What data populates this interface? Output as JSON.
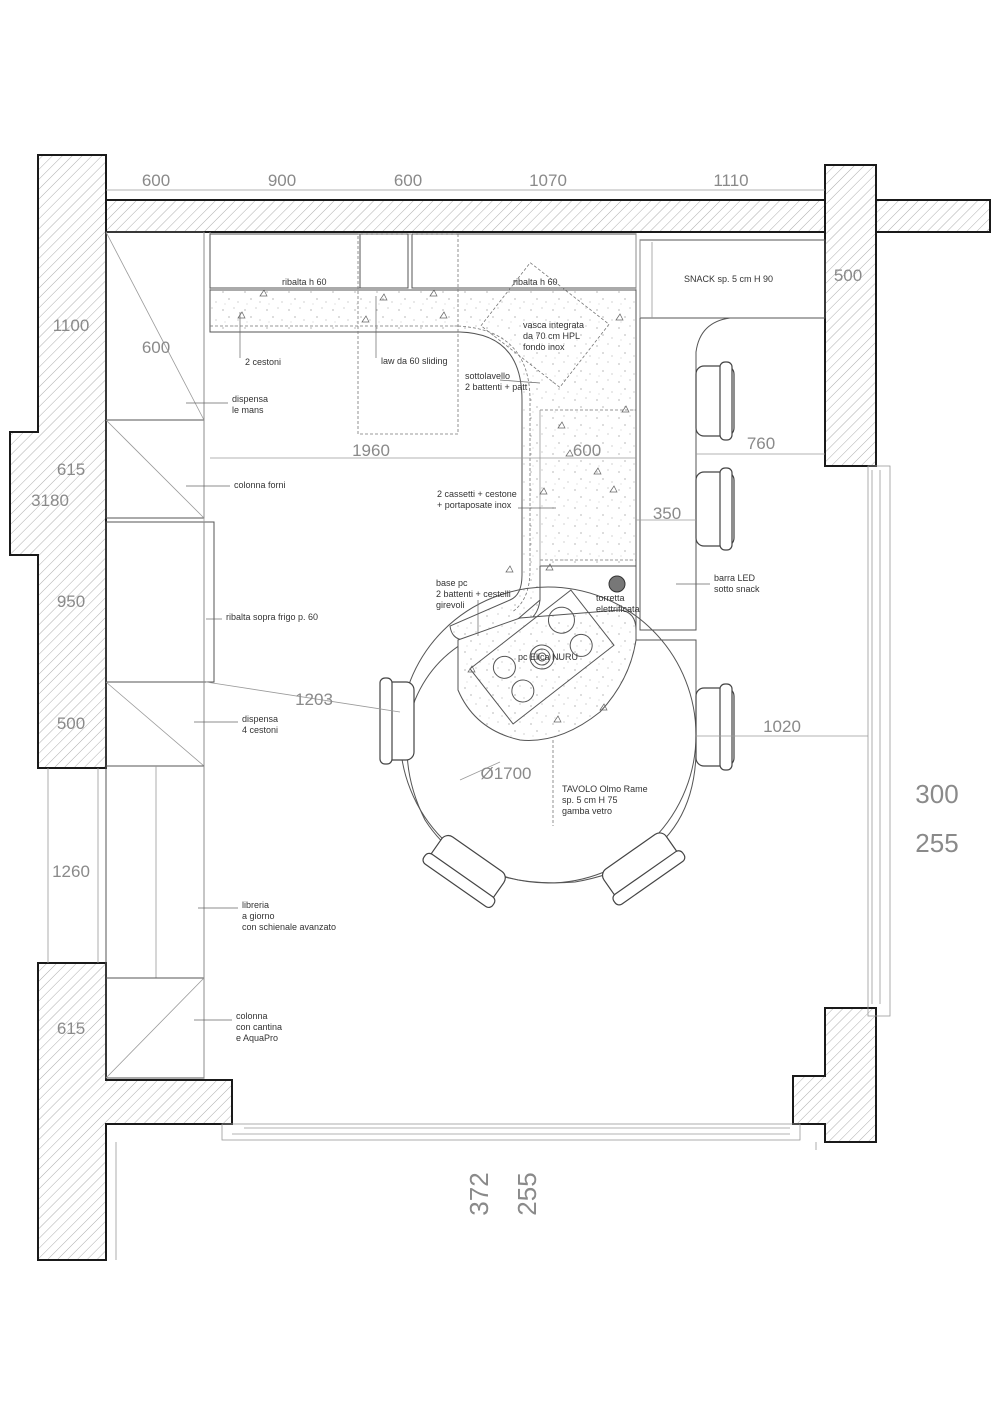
{
  "dimensions": {
    "top": [
      "600",
      "900",
      "600",
      "1070",
      "1110"
    ],
    "left": [
      "1100",
      "615",
      "3180",
      "950",
      "500",
      "1260",
      "615"
    ],
    "right_wall": "500",
    "interior": {
      "d600_left": "600",
      "d1960": "1960",
      "d600_island": "600",
      "d760": "760",
      "d350": "350",
      "d1203": "1203",
      "d1020": "1020",
      "diam": "Ø1700"
    },
    "heights_right": [
      "300",
      "255"
    ],
    "heights_bottom": [
      "372",
      "255"
    ]
  },
  "labels": {
    "ribalta_left": "ribalta h 60",
    "ribalta_right": "ribalta h 60",
    "snack": "SNACK sp. 5 cm  H 90",
    "vasca": [
      "vasca integrata",
      "da 70 cm HPL",
      "fondo inox"
    ],
    "cestoni": "2 cestoni",
    "law": "law da 60 sliding",
    "sottolavello": [
      "sottolavello",
      "2 battenti + patt"
    ],
    "dispensa_mans": [
      "dispensa",
      "le mans"
    ],
    "colonna_forni": "colonna forni",
    "cassetti": [
      "2 cassetti + cestone",
      "+ portaposate inox"
    ],
    "base_pc": [
      "base pc",
      "2 battenti + cestelli",
      "girevoli"
    ],
    "torretta": [
      "torretta",
      "elettrificata"
    ],
    "barra_led": [
      "barra LED",
      "sotto snack"
    ],
    "ribalta_frigo": "ribalta sopra frigo p. 60",
    "pc": "pc Elica NURU",
    "dispensa_4": [
      "dispensa",
      "4 cestoni"
    ],
    "tavolo": [
      "TAVOLO Olmo Rame",
      "sp. 5 cm  H 75",
      "gamba vetro"
    ],
    "libreria": [
      "libreria",
      "a giorno",
      "con schienale avanzato"
    ],
    "colonna_cantina": [
      "colonna",
      "con cantina",
      "e AquaPro"
    ]
  }
}
